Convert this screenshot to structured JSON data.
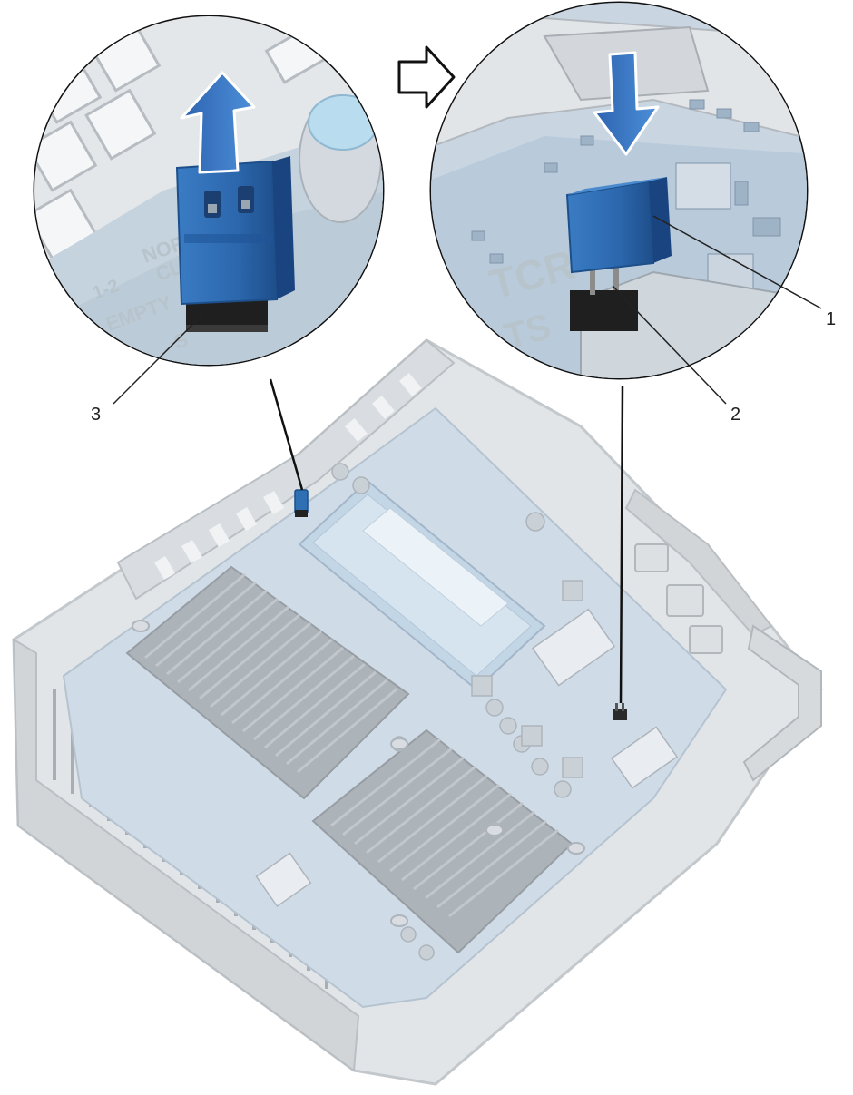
{
  "callouts": {
    "one": "1",
    "two": "2",
    "three": "3"
  },
  "left_zoom_board_text": {
    "row_a": "NORM",
    "row_b": "1-2",
    "row_c": "EMPTY",
    "row_d": "CL",
    "row_e": "S"
  },
  "right_zoom_board_text": {
    "row_a": "TCR",
    "row_b": "TS"
  },
  "colors": {
    "jumper_blue": "#2f6fb3",
    "jumper_blue_dark": "#1d4f8a",
    "board_blue": "#b9cfe3",
    "chassis_gray": "#cfd4d8",
    "arrow_blue": "#2e6fc0"
  }
}
